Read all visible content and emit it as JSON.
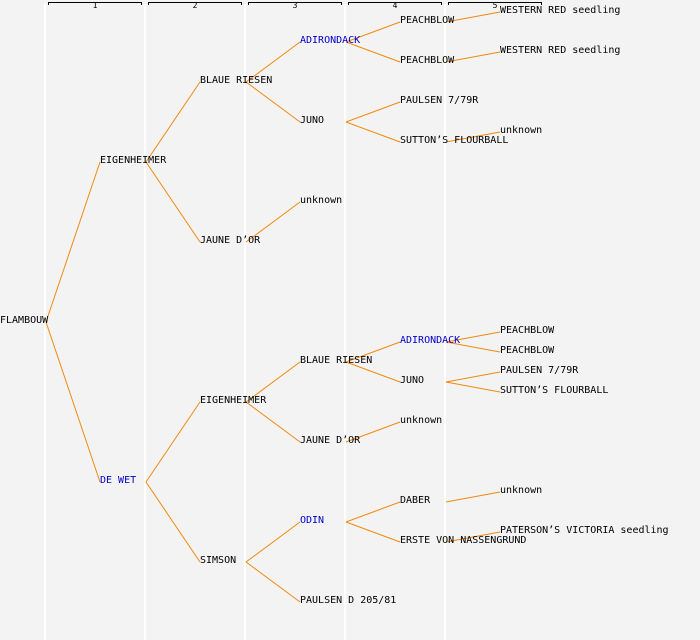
{
  "colors": {
    "background": "#f3f3f3",
    "edge": "#f08a10",
    "highlight_text": "#0000cc",
    "normal_text": "#000000",
    "separator": "#ffffff"
  },
  "generations": [
    "1",
    "2",
    "3",
    "4",
    "5"
  ],
  "tree": {
    "name": "FLAMBOUW",
    "children": [
      {
        "name": "EIGENHEIMER",
        "children": [
          {
            "name": "BLAUE RIESEN",
            "children": [
              {
                "name": "ADIRONDACK",
                "highlight": true,
                "children": [
                  {
                    "name": "PEACHBLOW",
                    "children": [
                      {
                        "name": "WESTERN RED seedling"
                      }
                    ]
                  },
                  {
                    "name": "PEACHBLOW",
                    "children": [
                      {
                        "name": "WESTERN RED seedling"
                      }
                    ]
                  }
                ]
              },
              {
                "name": "JUNO",
                "children": [
                  {
                    "name": "PAULSEN 7/79R"
                  },
                  {
                    "name": "SUTTON’S FLOURBALL",
                    "children": [
                      {
                        "name": "unknown"
                      }
                    ]
                  }
                ]
              }
            ]
          },
          {
            "name": "JAUNE D’OR",
            "children": [
              {
                "name": "unknown"
              }
            ]
          }
        ]
      },
      {
        "name": "DE WET",
        "highlight": true,
        "children": [
          {
            "name": "EIGENHEIMER",
            "children": [
              {
                "name": "BLAUE RIESEN",
                "children": [
                  {
                    "name": "ADIRONDACK",
                    "highlight": true,
                    "children": [
                      {
                        "name": "PEACHBLOW"
                      },
                      {
                        "name": "PEACHBLOW"
                      }
                    ]
                  },
                  {
                    "name": "JUNO",
                    "children": [
                      {
                        "name": "PAULSEN 7/79R"
                      },
                      {
                        "name": "SUTTON’S FLOURBALL"
                      }
                    ]
                  }
                ]
              },
              {
                "name": "JAUNE D’OR",
                "children": [
                  {
                    "name": "unknown"
                  }
                ]
              }
            ]
          },
          {
            "name": "SIMSON",
            "children": [
              {
                "name": "ODIN",
                "highlight": true,
                "children": [
                  {
                    "name": "DABER",
                    "children": [
                      {
                        "name": "unknown"
                      }
                    ]
                  },
                  {
                    "name": "ERSTE VON NASSENGRUND",
                    "children": [
                      {
                        "name": "PATERSON’S VICTORIA seedling"
                      }
                    ]
                  }
                ]
              },
              {
                "name": "PAULSEN D 205/81"
              }
            ]
          }
        ]
      }
    ]
  }
}
